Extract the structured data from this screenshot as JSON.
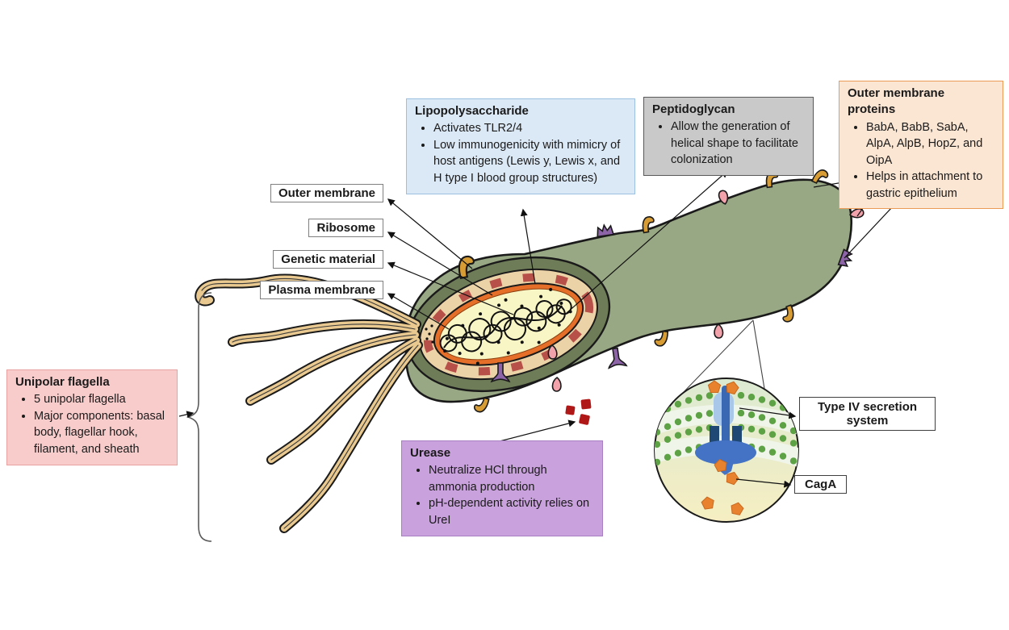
{
  "callouts": {
    "lps": {
      "title": "Lipopolysaccharide",
      "bullets": [
        "Activates TLR2/4",
        "Low immunogenicity with mimicry of host antigens (Lewis y, Lewis x, and H type I blood group structures)"
      ]
    },
    "peptidoglycan": {
      "title": "Peptidoglycan",
      "bullets": [
        "Allow the generation of helical shape to facilitate colonization"
      ]
    },
    "omp": {
      "title": "Outer membrane proteins",
      "bullets": [
        "BabA, BabB, SabA, AlpA, AlpB, HopZ, and OipA",
        "Helps in attachment to gastric epithelium"
      ]
    },
    "flagella": {
      "title": "Unipolar flagella",
      "bullets": [
        "5 unipolar flagella",
        "Major components: basal body, flagellar hook, filament, and sheath"
      ]
    },
    "urease": {
      "title": "Urease",
      "bullets": [
        "Neutralize HCl through ammonia production",
        "pH-dependent activity relies on UreI"
      ]
    }
  },
  "labels": {
    "outer_membrane": "Outer membrane",
    "ribosome": "Ribosome",
    "genetic_material": "Genetic material",
    "plasma_membrane": "Plasma membrane",
    "t4ss": "Type IV secretion system",
    "caga": "CagA"
  },
  "colors": {
    "lps_bg": "#dbe8f5",
    "lps_border": "#9cc0e0",
    "peptidoglycan_bg": "#c9c9c9",
    "peptidoglycan_border": "#595959",
    "omp_bg": "#fbe5d3",
    "omp_border": "#ec9b56",
    "flagella_bg": "#f9cccc",
    "flagella_border": "#e9a2a2",
    "urease_bg": "#c9a1dc",
    "urease_border": "#a97fc4",
    "cell_body_green": "#99a884",
    "cutaway_ring_green": "#6e7c58",
    "peptidoglycan_tan": "#ecd2a7",
    "plasma_membrane_orange": "#e56e28",
    "cytoplasm_yellow": "#f9f6c5",
    "flagella_tan": "#e9c98f",
    "protein_purple": "#8d64a8",
    "protein_pink": "#f2a2aa",
    "protein_gold": "#d79c33",
    "urease_red": "#b01818",
    "membrane_dot_green": "#5da244",
    "secretion_blue": "#4472c4",
    "secretion_navy": "#1f4874",
    "secretion_lightblue": "#a9c7e8",
    "caga_orange": "#e8822e"
  }
}
